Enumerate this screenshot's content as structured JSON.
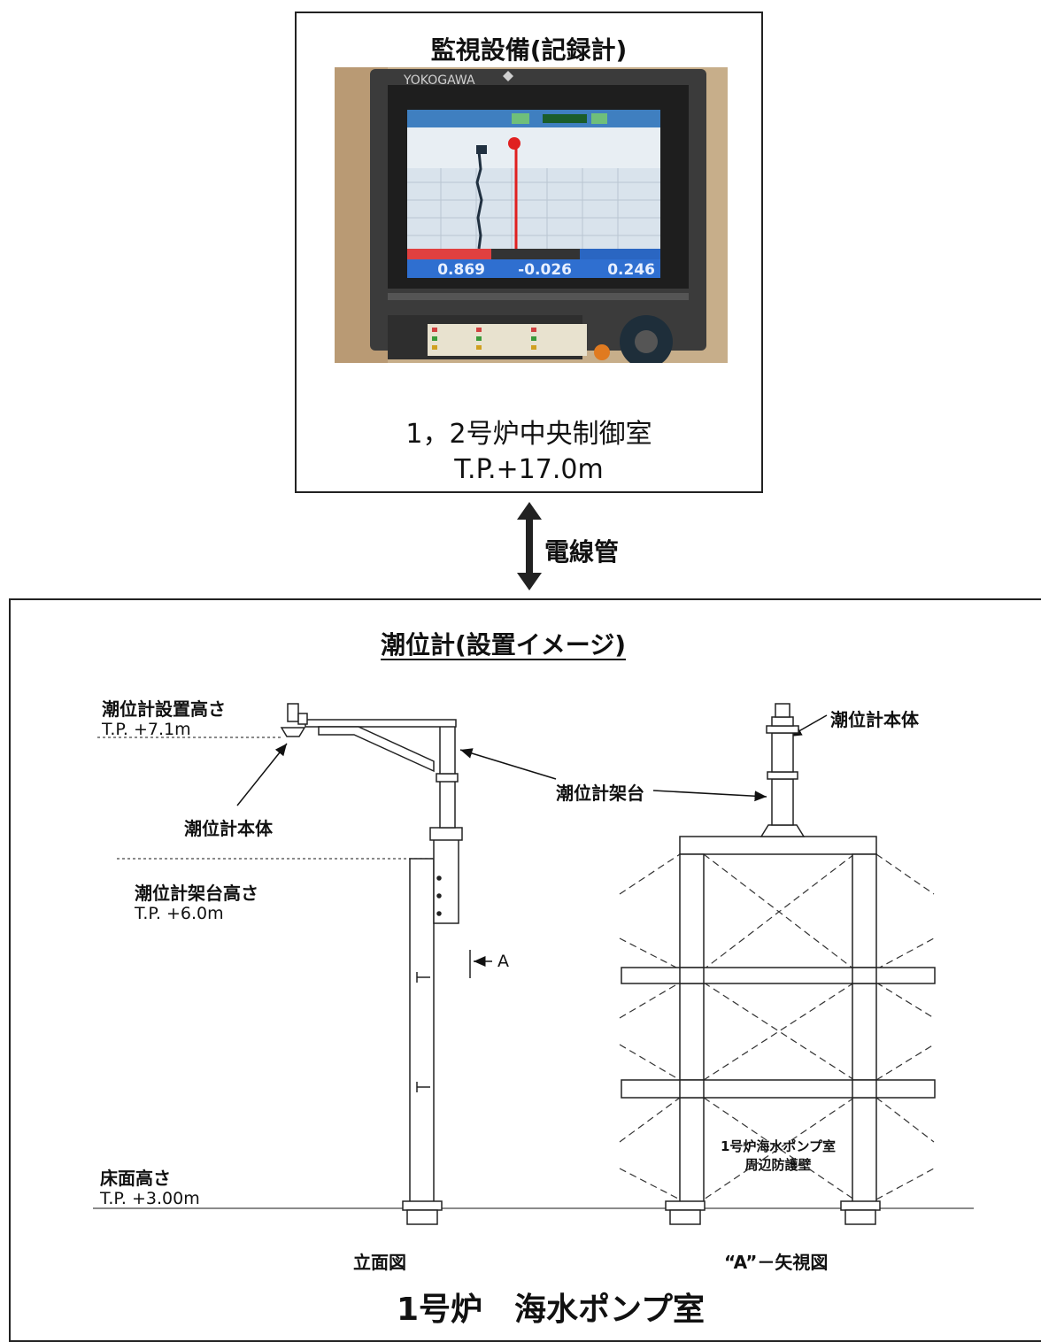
{
  "recorder_box": {
    "title": "監視設備(記録計)",
    "brand": "YOKOGAWA",
    "screen_values": [
      "0.869",
      "-0.026",
      "0.246"
    ],
    "room": "1，2号炉中央制御室",
    "elevation": "T.P.+17.0m"
  },
  "connection": {
    "label": "電線管"
  },
  "installation": {
    "title": "潮位計(設置イメージ)",
    "sensor_height_label": "潮位計設置高さ",
    "sensor_height_value": "T.P. +7.1m",
    "stand_height_label": "潮位計架台高さ",
    "stand_height_value": "T.P. +6.0m",
    "floor_height_label": "床面高さ",
    "floor_height_value": "T.P. +3.00m",
    "sensor_body_left": "潮位計本体",
    "sensor_body_right": "潮位計本体",
    "stand_label": "潮位計架台",
    "view_marker": "A",
    "wall_label_line1": "1号炉海水ポンプ室",
    "wall_label_line2": "周辺防護壁",
    "caption_elevation": "立面図",
    "caption_view": "“A”－矢視図",
    "building": "1号炉　海水ポンプ室"
  }
}
